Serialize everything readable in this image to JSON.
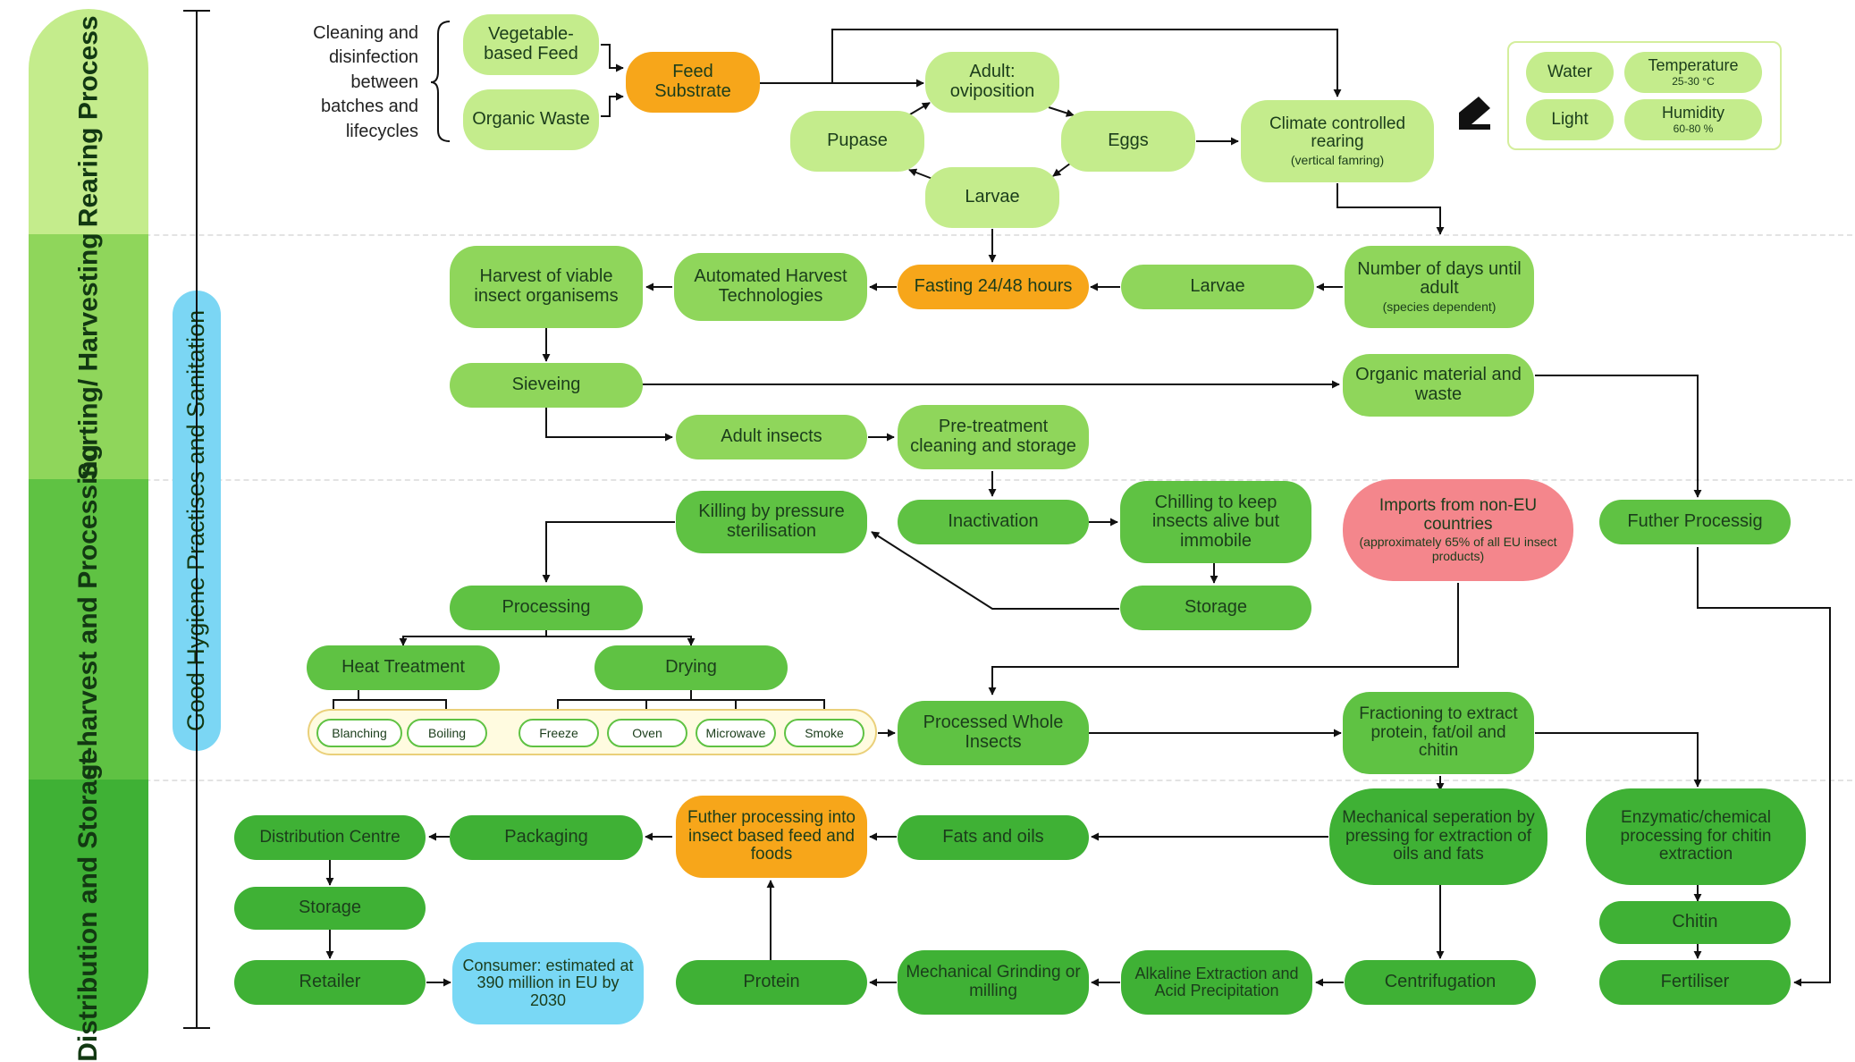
{
  "bands": {
    "rearing": "Rearing Process",
    "sorting": "Sorting/ Harvesting",
    "post_harvest": "Post-harvest and Processing",
    "distribution": "Distribution and Storage"
  },
  "hygiene_bar": "Good Hygiene Practises and Sanitation",
  "cleaning_note": "Cleaning and disinfection between batches and lifecycles",
  "conditions": {
    "water": "Water",
    "light": "Light",
    "temperature": "Temperature",
    "temperature_range": "25-30 °C",
    "humidity": "Humidity",
    "humidity_range": "60-80 %"
  },
  "nodes": {
    "vegetable_feed": "Vegetable-based Feed",
    "organic_waste": "Organic Waste",
    "feed_substrate": "Feed Substrate",
    "adult_oviposition": "Adult: oviposition",
    "pupase": "Pupase",
    "eggs": "Eggs",
    "larvae_cycle": "Larvae",
    "climate_rearing": "Climate controlled rearing",
    "climate_rearing_note": "(vertical famring)",
    "harvest_viable": "Harvest of viable insect organisems",
    "automated_harvest": "Automated Harvest Technologies",
    "fasting": "Fasting 24/48 hours",
    "larvae_sorted": "Larvae",
    "days_until_adult": "Number of days until adult",
    "days_note": "(species dependent)",
    "sieveing": "Sieveing",
    "organic_material": "Organic material and waste",
    "adult_insects": "Adult insects",
    "pretreatment": "Pre-treatment cleaning and storage",
    "killing_pressure": "Killing by pressure sterilisation",
    "inactivation": "Inactivation",
    "chilling": "Chilling to keep insects alive but immobile",
    "imports": "Imports from non-EU countries",
    "imports_note": "(approximately 65% of all EU insect products)",
    "futher_processig": "Futher Processig",
    "processing": "Processing",
    "storage_post": "Storage",
    "heat_treatment": "Heat Treatment",
    "drying": "Drying",
    "processed_whole": "Processed Whole Insects",
    "fractioning": "Fractioning to extract protein, fat/oil and chitin",
    "distribution_centre": "Distribution Centre",
    "packaging": "Packaging",
    "futher_processing_feed": "Futher processing into insect based feed and foods",
    "fats_oils": "Fats and oils",
    "mechanical_separation": "Mechanical seperation by pressing for extraction of oils and fats",
    "enzymatic": "Enzymatic/chemical processing for chitin extraction",
    "storage_dist": "Storage",
    "chitin": "Chitin",
    "retailer": "Retailer",
    "consumer": "Consumer: estimated at 390 million in EU by 2030",
    "protein": "Protein",
    "mechanical_grinding": "Mechanical Grinding or milling",
    "alkaline": "Alkaline Extraction and Acid Precipitation",
    "centrifugation": "Centrifugation",
    "fertiliser": "Fertiliser"
  },
  "methods": {
    "blanching": "Blanching",
    "boiling": "Boiling",
    "freeze": "Freeze",
    "oven": "Oven",
    "microwave": "Microwave",
    "smoke": "Smoke"
  },
  "colors": {
    "rearing": "#c4ec8c",
    "sorting": "#8fd65b",
    "post_harvest": "#5fc243",
    "distribution": "#3fb135",
    "highlight": "#f7a61a",
    "imports": "#f4868c",
    "consumer": "#79d8f5"
  }
}
